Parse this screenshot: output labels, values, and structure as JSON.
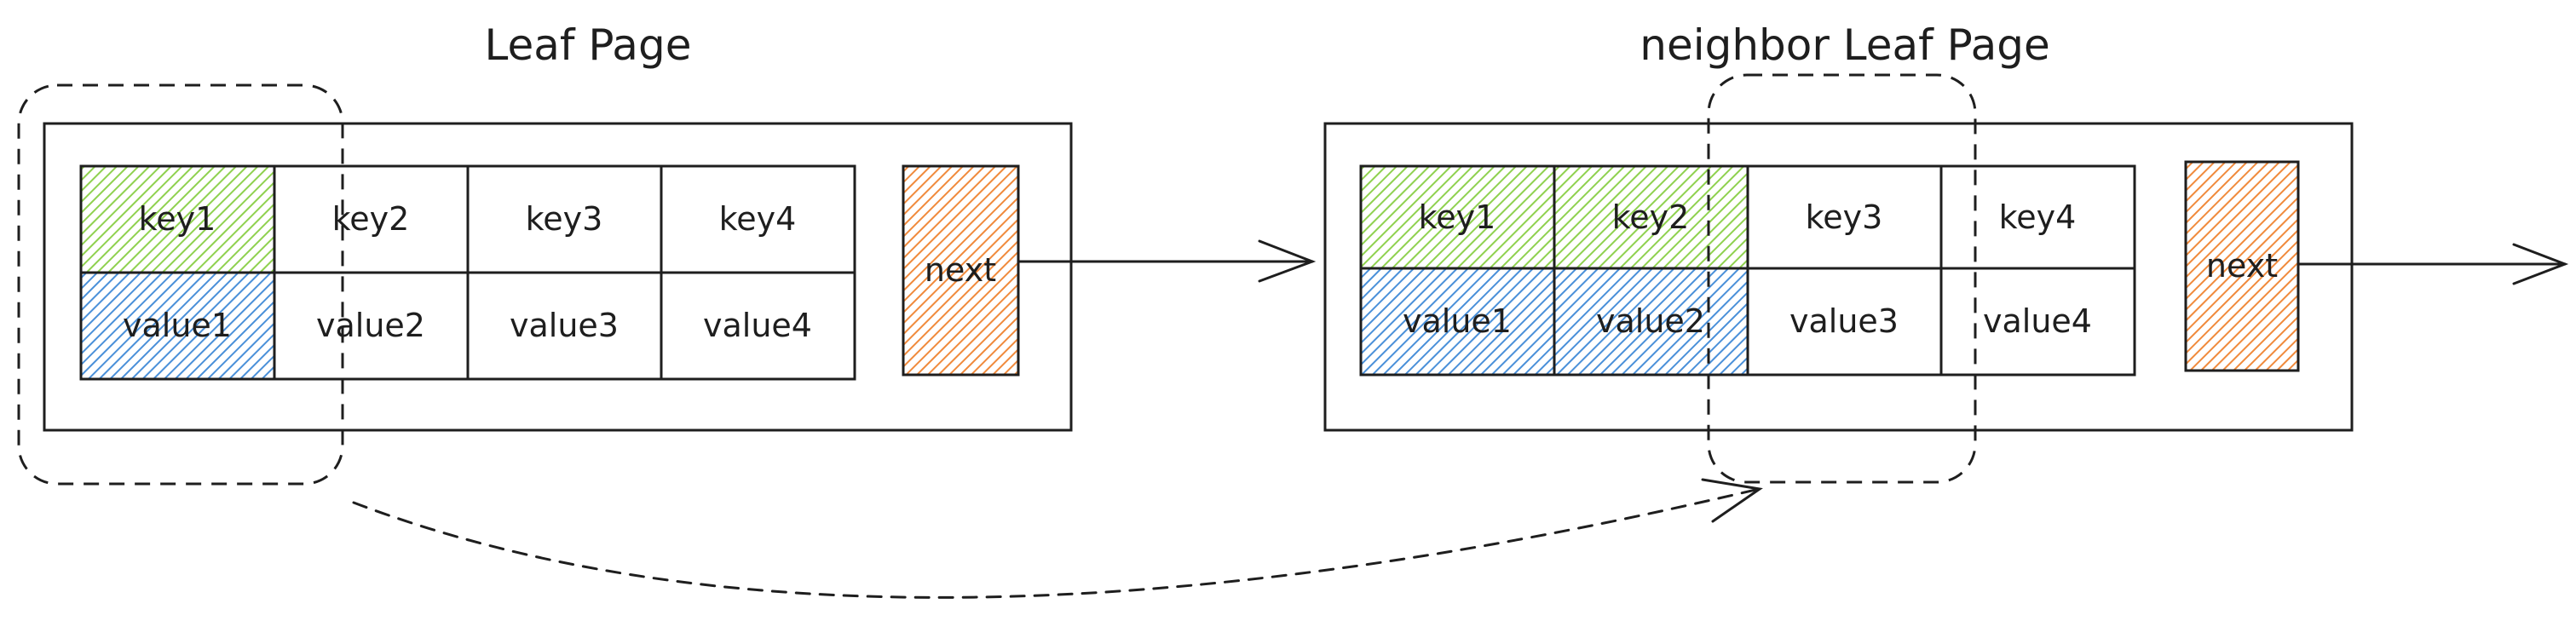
{
  "colors": {
    "stroke": "#1e1e1e",
    "key_fill": "#8fd14f",
    "value_fill": "#4a90d9",
    "next_fill": "#f08a3c",
    "background": "#ffffff"
  },
  "leaf_page": {
    "title": "Leaf Page",
    "keys": [
      "key1",
      "key2",
      "key3",
      "key4"
    ],
    "values": [
      "value1",
      "value2",
      "value3",
      "value4"
    ],
    "next_label": "next",
    "highlighted_slots": 1
  },
  "neighbor_page": {
    "title": "neighbor Leaf Page",
    "keys": [
      "key1",
      "key2",
      "key3",
      "key4"
    ],
    "values": [
      "value1",
      "value2",
      "value3",
      "value4"
    ],
    "next_label": "next",
    "highlighted_slots": 2
  }
}
